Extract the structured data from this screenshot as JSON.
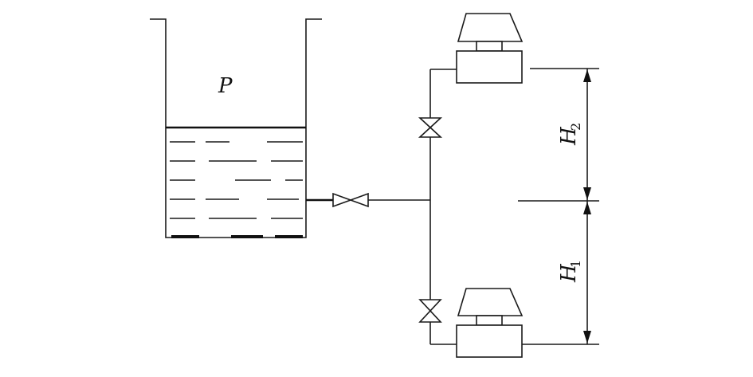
{
  "labels": {
    "pressure": "P",
    "height2": "H",
    "height2_sub": "2",
    "height1": "H",
    "height1_sub": "1"
  },
  "colors": {
    "line": "#1a1a1a",
    "background": "#ffffff"
  }
}
